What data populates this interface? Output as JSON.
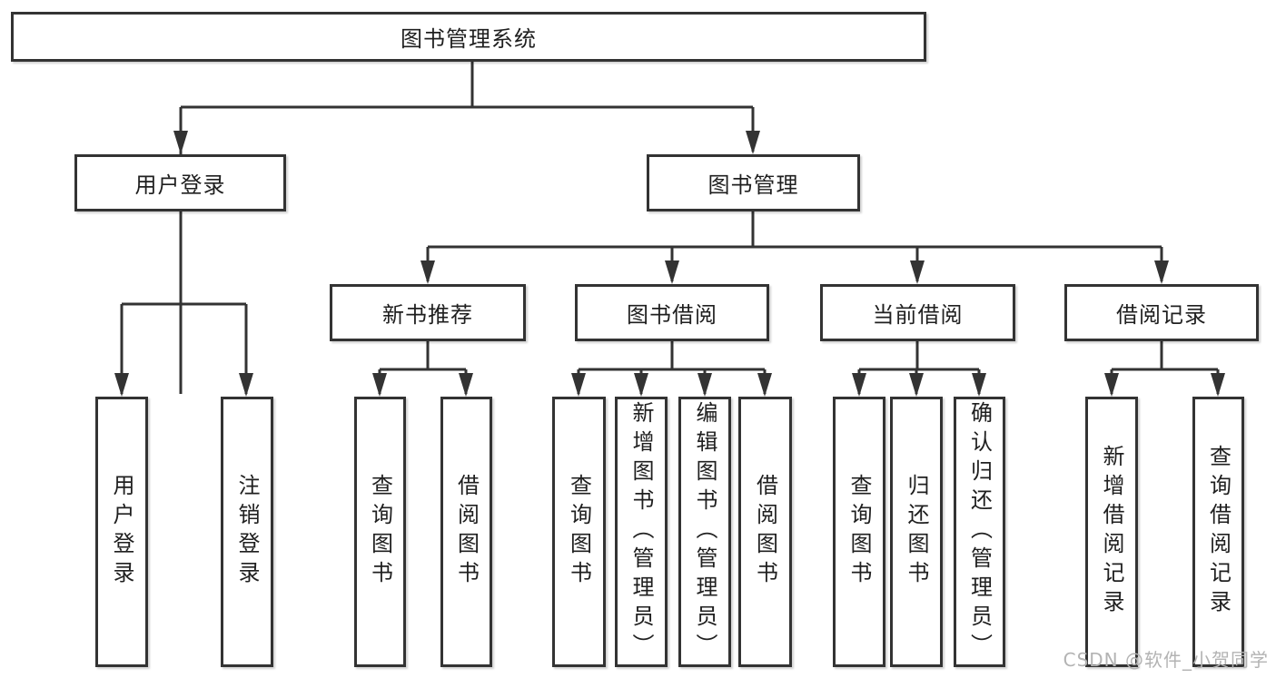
{
  "tree": {
    "root": {
      "label": "图书管理系统"
    },
    "branches": [
      {
        "label": "用户登录",
        "children": [
          {
            "label": "用户登录"
          },
          {
            "label": "注销登录"
          }
        ]
      },
      {
        "label": "图书管理",
        "children": [
          {
            "label": "新书推荐",
            "children": [
              {
                "label": "查询图书"
              },
              {
                "label": "借阅图书"
              }
            ]
          },
          {
            "label": "图书借阅",
            "children": [
              {
                "label": "查询图书"
              },
              {
                "label": "新增图书（管理员）"
              },
              {
                "label": "编辑图书（管理员）"
              },
              {
                "label": "借阅图书"
              }
            ]
          },
          {
            "label": "当前借阅",
            "children": [
              {
                "label": "查询图书"
              },
              {
                "label": "归还图书"
              },
              {
                "label": "确认归还（管理员）"
              }
            ]
          },
          {
            "label": "借阅记录",
            "children": [
              {
                "label": "新增借阅记录"
              },
              {
                "label": "查询借阅记录"
              }
            ]
          }
        ]
      }
    ]
  },
  "watermark": "CSDN @软件_小贺同学",
  "colors": {
    "line": "#333333",
    "box_border": "#333333",
    "text": "#1f1f1f",
    "watermark": "#b3b3b3",
    "background": "#ffffff"
  }
}
